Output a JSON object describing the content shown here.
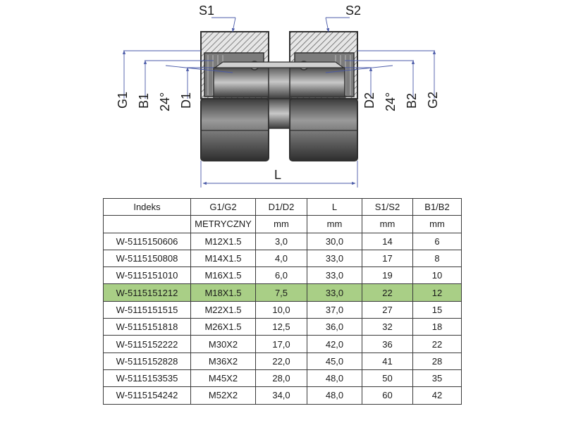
{
  "drawing": {
    "labels": {
      "s1": "S1",
      "s2": "S2",
      "g1": "G1",
      "b1": "B1",
      "angle_left": "24°",
      "d1": "D1",
      "d2": "D2",
      "angle_right": "24°",
      "b2": "B2",
      "g2": "G2",
      "length": "L"
    },
    "colors": {
      "outline": "#303030",
      "dimension": "#4a5aa8",
      "highlight": "#a9cf86"
    }
  },
  "table": {
    "header": [
      "Indeks",
      "G1/G2",
      "D1/D2",
      "L",
      "S1/S2",
      "B1/B2"
    ],
    "units": [
      "",
      "METRYCZNY",
      "mm",
      "mm",
      "mm",
      "mm"
    ],
    "rows": [
      [
        "W-5115150606",
        "M12X1.5",
        "3,0",
        "30,0",
        "14",
        "6"
      ],
      [
        "W-5115150808",
        "M14X1.5",
        "4,0",
        "33,0",
        "17",
        "8"
      ],
      [
        "W-5115151010",
        "M16X1.5",
        "6,0",
        "33,0",
        "19",
        "10"
      ],
      [
        "W-5115151212",
        "M18X1.5",
        "7,5",
        "33,0",
        "22",
        "12"
      ],
      [
        "W-5115151515",
        "M22X1.5",
        "10,0",
        "37,0",
        "27",
        "15"
      ],
      [
        "W-5115151818",
        "M26X1.5",
        "12,5",
        "36,0",
        "32",
        "18"
      ],
      [
        "W-5115152222",
        "M30X2",
        "17,0",
        "42,0",
        "36",
        "22"
      ],
      [
        "W-5115152828",
        "M36X2",
        "22,0",
        "45,0",
        "41",
        "28"
      ],
      [
        "W-5115153535",
        "M45X2",
        "28,0",
        "48,0",
        "50",
        "35"
      ],
      [
        "W-5115154242",
        "M52X2",
        "34,0",
        "48,0",
        "60",
        "42"
      ]
    ],
    "highlighted_index": "W-5115151212"
  }
}
